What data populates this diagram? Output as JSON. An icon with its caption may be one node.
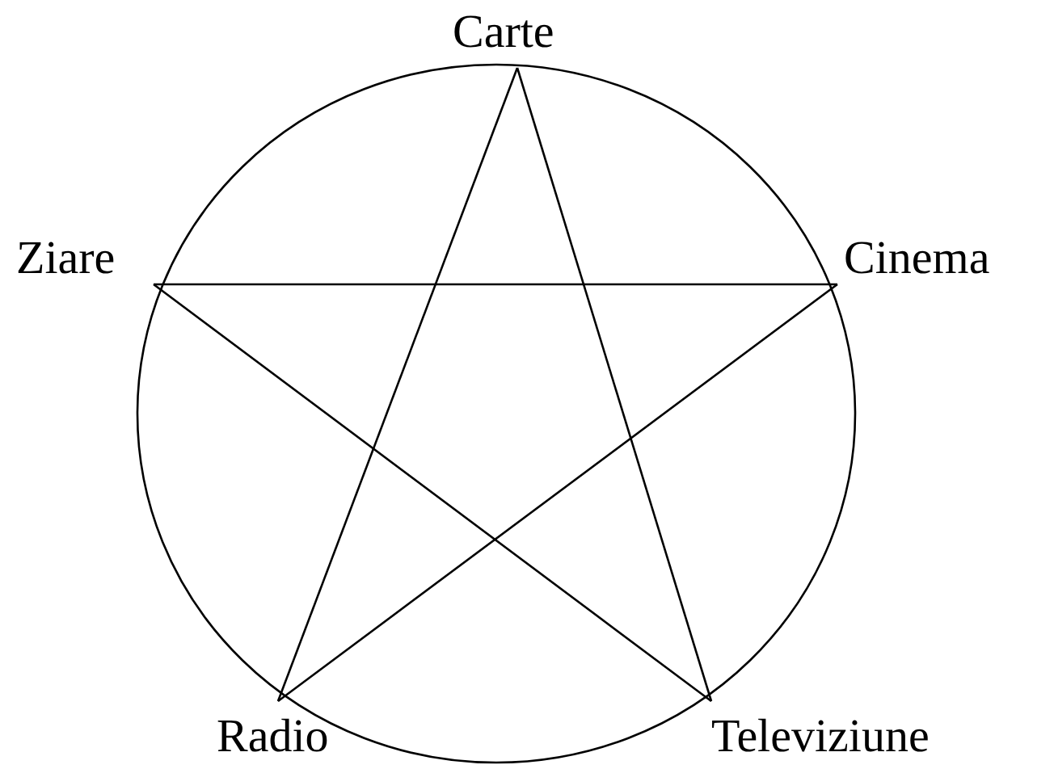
{
  "diagram": {
    "nodes": [
      {
        "text": [
          "Carte"
        ]
      },
      {
        "text": [
          "Ziare"
        ]
      },
      {
        "text": [
          "Cinema"
        ]
      },
      {
        "text": [
          "Radio"
        ]
      },
      {
        "text": [
          "Televiziune"
        ]
      }
    ],
    "edges": [
      {
        "from": 0,
        "to": 3,
        "arrow": "none"
      },
      {
        "from": 0,
        "to": 4,
        "arrow": "none"
      },
      {
        "from": 1,
        "to": 2,
        "arrow": "none"
      },
      {
        "from": 1,
        "to": 4,
        "arrow": "none"
      },
      {
        "from": 2,
        "to": 3,
        "arrow": "none"
      }
    ]
  }
}
